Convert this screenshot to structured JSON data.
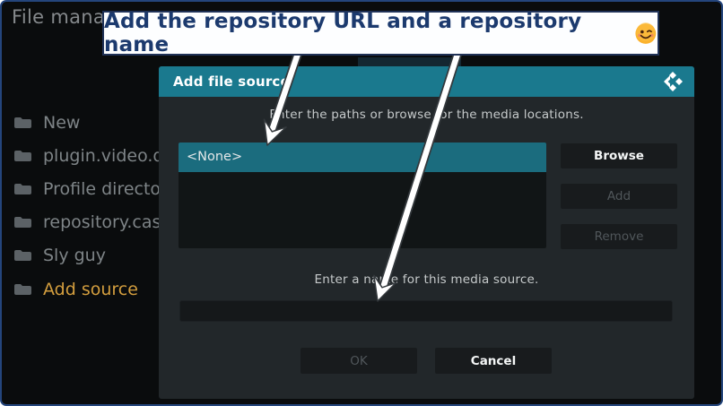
{
  "window": {
    "title": "File manager"
  },
  "annotation": {
    "text": "Add the repository URL and a repository name",
    "emoji": "winking-face"
  },
  "sidebar": {
    "items": [
      {
        "label": "New"
      },
      {
        "label": "plugin.video.dazn"
      },
      {
        "label": "Profile directory"
      },
      {
        "label": "repository.castagnait"
      },
      {
        "label": "Sly guy"
      },
      {
        "label": "Add source",
        "highlighted": true
      }
    ]
  },
  "dialog": {
    "title": "Add file source",
    "paths_instruction": "Enter the paths or browse for the media locations.",
    "path_list": {
      "items": [
        {
          "label": "<None>",
          "selected": true
        }
      ]
    },
    "buttons": {
      "browse": {
        "label": "Browse",
        "enabled": true
      },
      "add": {
        "label": "Add",
        "enabled": false
      },
      "remove": {
        "label": "Remove",
        "enabled": false
      },
      "ok": {
        "label": "OK",
        "enabled": false
      },
      "cancel": {
        "label": "Cancel",
        "enabled": true
      }
    },
    "name_instruction": "Enter a name for this media source.",
    "name_input": {
      "value": ""
    }
  },
  "colors": {
    "header_teal": "#1a798e",
    "selected_row_teal": "#1b6c7e",
    "highlight_orange": "#d39e3e",
    "annotation_navy": "#1c3a6e",
    "dialog_body": "#22272a"
  }
}
